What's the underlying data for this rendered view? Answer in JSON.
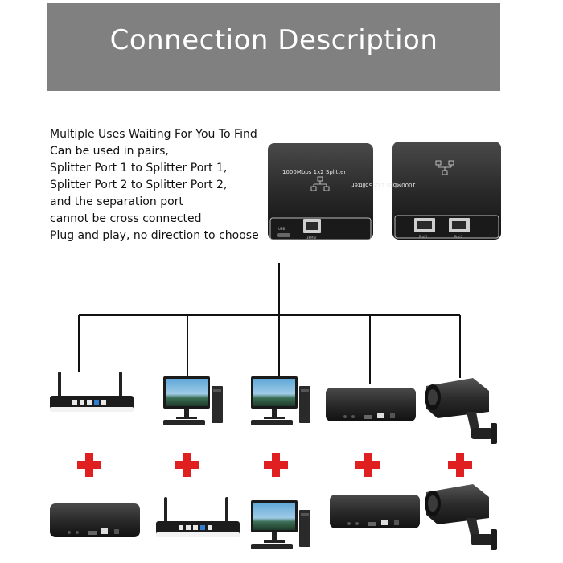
{
  "banner": {
    "title": "Connection Description"
  },
  "description": {
    "lines": [
      "Multiple Uses Waiting For You To Find",
      "Can be used in pairs,",
      "Splitter Port 1 to Splitter Port 1,",
      "Splitter Port 2 to Splitter Port 2,",
      "and the separation port",
      "cannot be cross connected",
      "Plug and play, no direction to choose"
    ]
  },
  "splitters": {
    "left": {
      "label": "1000Mbps 1x2 Splitter",
      "port_label": "1KMbr",
      "usb_label": "USB"
    },
    "right": {
      "label": "1000Mbps 1x2 Splitter",
      "port1_label": "Port1",
      "port2_label": "Port2"
    }
  },
  "colors": {
    "banner": "#808080",
    "plus": "#e02020",
    "device": "#1e1e1e",
    "line": "#111111"
  }
}
